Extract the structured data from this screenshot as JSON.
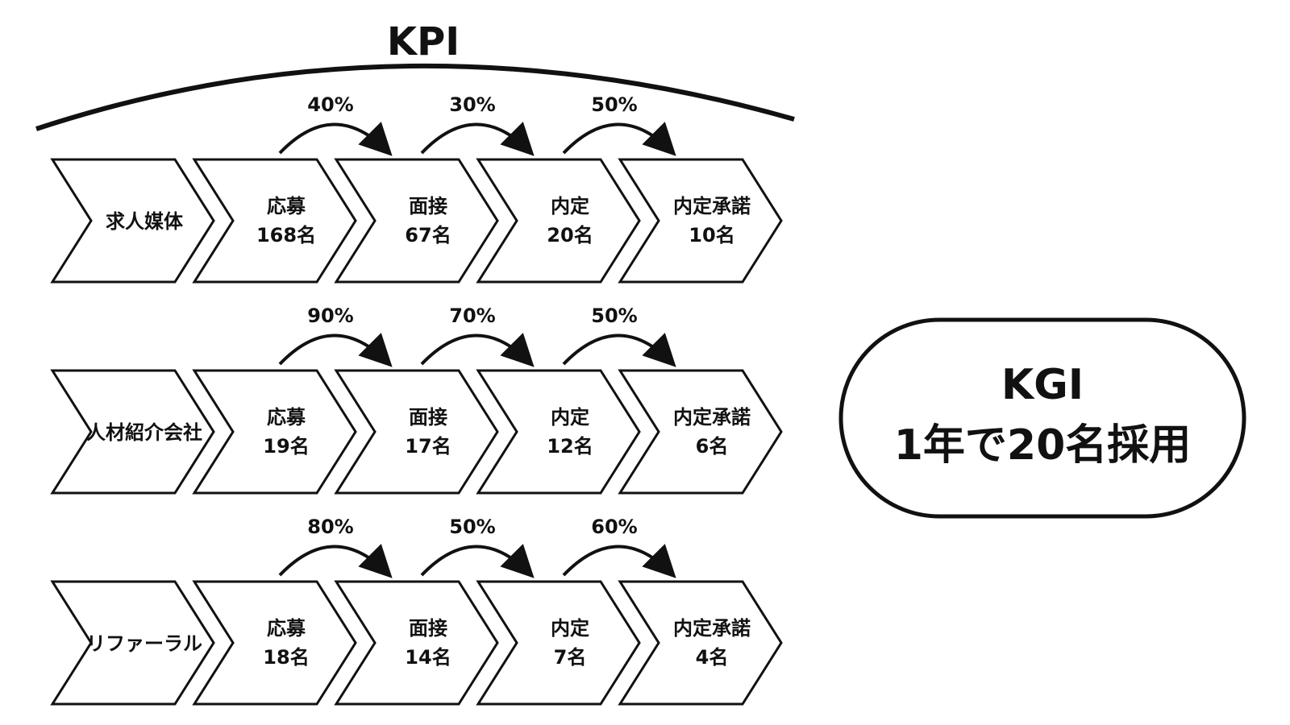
{
  "kpi": {
    "title": "KPI"
  },
  "kgi": {
    "title": "KGI",
    "goal": "1年で20名採用"
  },
  "rows": [
    {
      "source": "求人媒体",
      "stages": [
        {
          "label": "応募",
          "count": "168名"
        },
        {
          "label": "面接",
          "count": "67名"
        },
        {
          "label": "内定",
          "count": "20名"
        },
        {
          "label": "内定承諾",
          "count": "10名"
        }
      ],
      "rates": [
        "40%",
        "30%",
        "50%"
      ]
    },
    {
      "source": "人材紹介会社",
      "stages": [
        {
          "label": "応募",
          "count": "19名"
        },
        {
          "label": "面接",
          "count": "17名"
        },
        {
          "label": "内定",
          "count": "12名"
        },
        {
          "label": "内定承諾",
          "count": "6名"
        }
      ],
      "rates": [
        "90%",
        "70%",
        "50%"
      ]
    },
    {
      "source": "リファーラル",
      "stages": [
        {
          "label": "応募",
          "count": "18名"
        },
        {
          "label": "面接",
          "count": "14名"
        },
        {
          "label": "内定",
          "count": "7名"
        },
        {
          "label": "内定承諾",
          "count": "4名"
        }
      ],
      "rates": [
        "80%",
        "50%",
        "60%"
      ]
    }
  ]
}
